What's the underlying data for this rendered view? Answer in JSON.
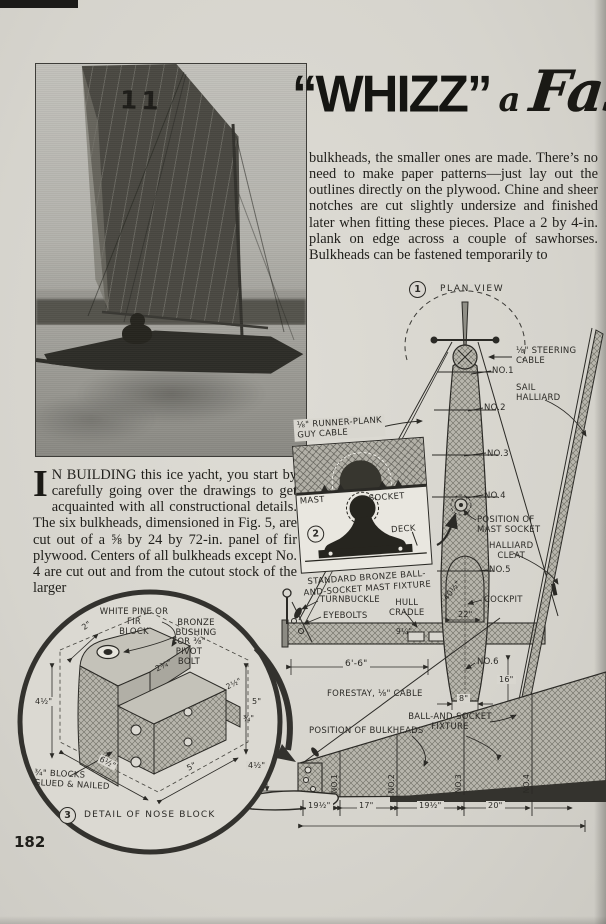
{
  "page": {
    "number": "182"
  },
  "title": {
    "main": "“WHIZZ”",
    "script_a": "a",
    "script_word": "Fast"
  },
  "photo": {
    "sail_number": "11"
  },
  "text": {
    "right_col": "bulkheads, the smaller ones are made. There’s no need to make paper patterns—just lay out the outlines directly on the plywood. Chine and sheer notches are cut slightly undersize and finished later when fitting these pieces. Place a 2 by 4-in. plank on edge across a couple of sawhorses. Bulkheads can be fastened temporarily to",
    "left_initial": "I",
    "left_col": "N BUILDING this ice yacht, you start by carefully going over the drawings to get acquainted with all constructional details. The six bulkheads, dimensioned in Fig. 5, are cut out of a ⅝ by 24 by 72-in. panel of fir plywood. Centers of all bulkheads except No. 4 are cut out and from the cutout stock of the larger"
  },
  "plan": {
    "fig": "1",
    "title": "PLAN VIEW",
    "steering_cable": "⅛\" STEERING\nCABLE",
    "no1": "NO.1",
    "no2": "NO.2",
    "no3": "NO.3",
    "no4": "NO.4",
    "no5": "NO.5",
    "no6": "NO.6",
    "sail_halliard": "SAIL\nHALLIARD",
    "guy_cable": "⅛\" RUNNER-PLANK\nGUY CABLE",
    "mast_socket": "POSITION OF\nMAST SOCKET",
    "halliard_cleat": "HALLIARD\nCLEAT",
    "cockpit": "COCKPIT",
    "turnbuckle": "TURNBUCKLE",
    "eyebolts": "EYEBOLTS",
    "hull_cradle": "HULL\nCRADLE",
    "dim_plank": "6'-6\"",
    "dim_cockpit": "22\"",
    "dim_cockpit_diag": "40½\"",
    "dim_plank_width": "9¼\"",
    "dim_stern": "8\"",
    "dim_16": "16\"",
    "ball_socket": "BALL-AND-SOCKET\nFIXTURE"
  },
  "inset": {
    "fig": "2",
    "mast": "MAST",
    "socket": "SOCKET",
    "deck": "DECK",
    "caption": "STANDARD BRONZE BALL-\nAND-SOCKET MAST FIXTURE"
  },
  "side": {
    "forestay": "FORESTAY, ⅛\" CABLE",
    "bulkheads": "POSITION OF BULKHEADS",
    "dim_bow": "4½\"",
    "dims": [
      {
        "v": "19½\""
      },
      {
        "v": "17\""
      },
      {
        "v": "19½\""
      },
      {
        "v": "20\""
      }
    ],
    "marks": [
      "NO.1",
      "NO.2",
      "NO.3",
      "NO.4"
    ]
  },
  "nose": {
    "fig": "3",
    "caption": "DETAIL OF NOSE BLOCK",
    "material": "WHITE PINE OR FIR\nBLOCK",
    "bushing": "BRONZE\nBUSHING",
    "bolt": "FOR ⅜\" PIVOT\nBOLT",
    "blocks": "¾\" BLOCKS\nGLUED & NAILED",
    "d_top": "2\"",
    "d_left": "4½\"",
    "d_right": "5\"",
    "d_diag": "2¾\"",
    "d_2h": "2½\"",
    "d_3q": "¾\"",
    "d_bl": "6½\"",
    "d_br": "5\""
  }
}
